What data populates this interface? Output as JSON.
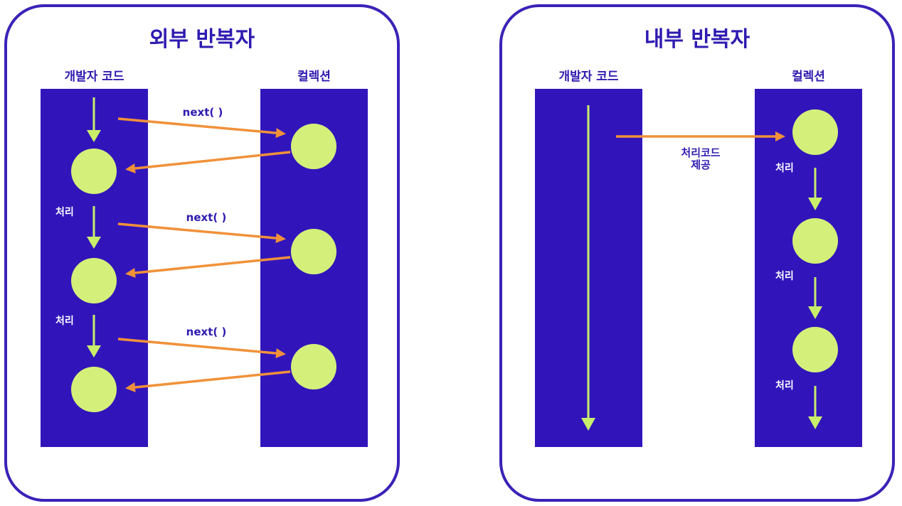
{
  "external": {
    "title": "외부 반복자",
    "dev_label": "개발자 코드",
    "coll_label": "컬렉션",
    "step_label_1": "처리",
    "step_label_2": "처리",
    "call_1": "next( )",
    "call_2": "next( )",
    "call_3": "next( )"
  },
  "internal": {
    "title": "내부 반복자",
    "dev_label": "개발자 코드",
    "coll_label": "컬렉션",
    "provide_label_line1": "처리코드",
    "provide_label_line2": "제공",
    "step_label_1": "처리",
    "step_label_2": "처리",
    "step_label_3": "처리"
  },
  "colors": {
    "column": "#3115bb",
    "node": "#d4f07a",
    "arrow_green": "#c8ee6a",
    "arrow_orange": "#f0913a",
    "border": "#3a22b8",
    "text": "#2e1bb0"
  }
}
